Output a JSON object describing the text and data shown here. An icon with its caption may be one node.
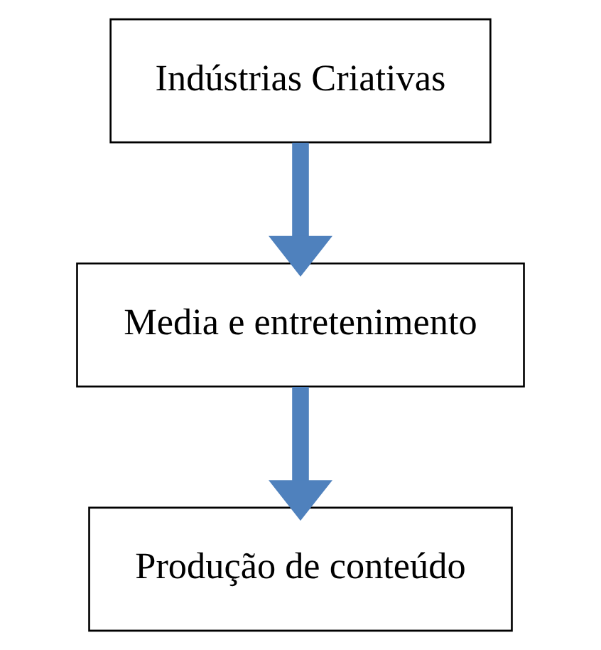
{
  "diagram": {
    "nodes": [
      {
        "text": [
          "Indústrias Criativas"
        ]
      },
      {
        "text": [
          "Media e entretenimento"
        ]
      },
      {
        "text": [
          "Produção de conteúdo"
        ]
      }
    ],
    "edges": [
      {
        "from": 0,
        "to": 1,
        "arrow": "to",
        "color": "#4f81bd"
      },
      {
        "from": 1,
        "to": 2,
        "arrow": "to",
        "color": "#4f81bd"
      }
    ]
  }
}
